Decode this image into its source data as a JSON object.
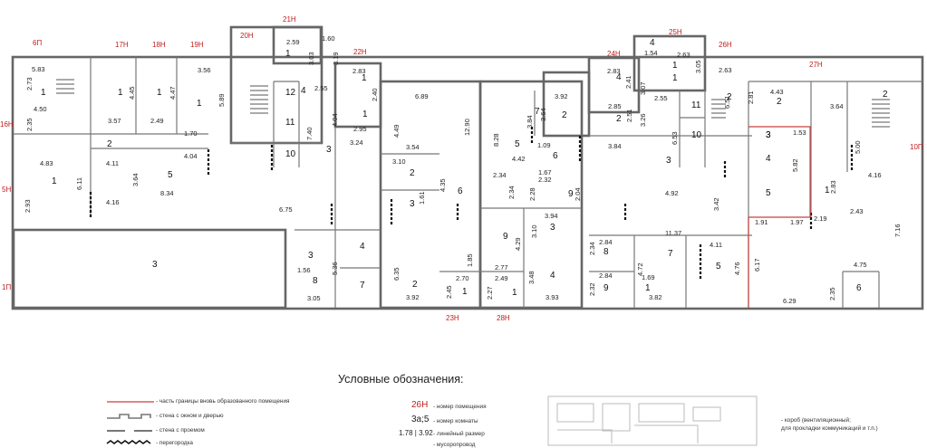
{
  "plan": {
    "unit_tags": [
      "6П",
      "17Н",
      "18Н",
      "19Н",
      "20Н",
      "21Н",
      "22Н",
      "24Н",
      "25Н",
      "26Н",
      "27Н",
      "16Н",
      "5Н",
      "1П",
      "10П",
      "23Н",
      "28Н"
    ],
    "room_numbers": [
      "1",
      "1",
      "1",
      "1",
      "1",
      "2",
      "3",
      "5",
      "1",
      "3",
      "12",
      "11",
      "10",
      "1",
      "4",
      "1",
      "2",
      "3",
      "4",
      "3",
      "8",
      "7",
      "6",
      "9",
      "2",
      "2",
      "3",
      "4",
      "1",
      "1",
      "5",
      "7",
      "6",
      "9",
      "3",
      "4",
      "2",
      "1",
      "1",
      "2",
      "4",
      "11",
      "10",
      "3",
      "8",
      "9",
      "7",
      "1",
      "5",
      "2",
      "3",
      "4",
      "5",
      "1",
      "6",
      "2"
    ],
    "dimensions": [
      "5.83",
      "4.50",
      "2.73",
      "2.35",
      "4.45",
      "4.47",
      "3.56",
      "5.89",
      "3.57",
      "2.49",
      "1.70",
      "4.83",
      "6.11",
      "2.93",
      "4.11",
      "3.64",
      "4.04",
      "8.34",
      "4.16",
      "6.75",
      "2.59",
      "1.60",
      "3.03",
      "3.19",
      "2.55",
      "2.83",
      "2.40",
      "2.95",
      "7.40",
      "4.04",
      "3.24",
      "6.89",
      "4.49",
      "12.90",
      "3.54",
      "3.10",
      "4.35",
      "1.61",
      "1.56",
      "5.36",
      "3.05",
      "6.35",
      "3.92",
      "2.45",
      "2.70",
      "1.85",
      "8.28",
      "3.92",
      "3.84",
      "3.64",
      "4.42",
      "1.09",
      "2.34",
      "2.32",
      "2.34",
      "2.28",
      "1.67",
      "2.04",
      "3.94",
      "3.10",
      "4.29",
      "2.77",
      "2.49",
      "2.27",
      "3.48",
      "3.93",
      "2.83",
      "2.41",
      "1.54",
      "2.63",
      "3.07",
      "3.05",
      "2.63",
      "2.85",
      "2.51",
      "3.26",
      "2.55",
      "6.51",
      "3.84",
      "6.53",
      "4.92",
      "3.42",
      "2.34",
      "2.84",
      "11.37",
      "4.72",
      "4.11",
      "4.76",
      "2.32",
      "2.84",
      "1.69",
      "3.82",
      "2.81",
      "4.43",
      "3.64",
      "1.53",
      "5.82",
      "5.00",
      "4.16",
      "2.83",
      "1.91",
      "1.97",
      "2.19",
      "2.43",
      "7.16",
      "6.17",
      "4.75",
      "2.35",
      "6.29"
    ]
  },
  "legend": {
    "title": "Условные обозначения:",
    "items": [
      "- часть границы вновь образованного помещения",
      "- стена с окном и дверью",
      "- стена с проемом",
      "- перегородка",
      "- номер помещения",
      "- номер комнаты",
      "- линейный размер",
      "- мусоропровод",
      "- короб (вентиляционный;",
      "для прокладки коммуникаций и т.п.)"
    ],
    "sym_room": "26Н",
    "sym_sub": "3а;5",
    "sym_dim": "1.78 | 3.92"
  }
}
